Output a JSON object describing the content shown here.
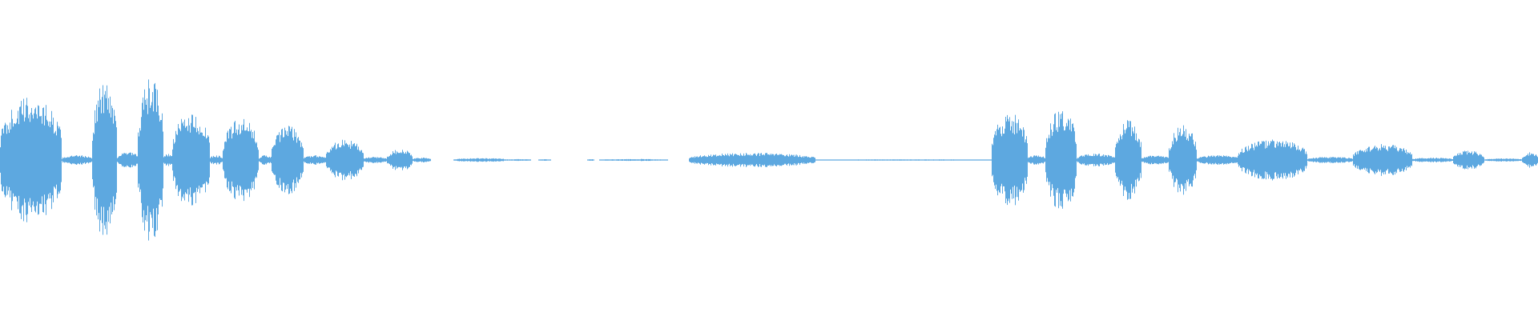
{
  "waveform": {
    "color": "#5DA8E0",
    "background": "#FFFFFF",
    "segments": [
      {
        "start": 0.0,
        "end": 0.04,
        "amp": 0.4
      },
      {
        "start": 0.04,
        "end": 0.06,
        "amp": 0.03
      },
      {
        "start": 0.06,
        "end": 0.076,
        "amp": 0.5
      },
      {
        "start": 0.076,
        "end": 0.09,
        "amp": 0.05
      },
      {
        "start": 0.09,
        "end": 0.106,
        "amp": 0.52
      },
      {
        "start": 0.106,
        "end": 0.112,
        "amp": 0.04
      },
      {
        "start": 0.112,
        "end": 0.136,
        "amp": 0.3
      },
      {
        "start": 0.136,
        "end": 0.145,
        "amp": 0.03
      },
      {
        "start": 0.145,
        "end": 0.168,
        "amp": 0.26
      },
      {
        "start": 0.168,
        "end": 0.177,
        "amp": 0.03
      },
      {
        "start": 0.177,
        "end": 0.197,
        "amp": 0.22
      },
      {
        "start": 0.197,
        "end": 0.212,
        "amp": 0.03
      },
      {
        "start": 0.212,
        "end": 0.236,
        "amp": 0.13
      },
      {
        "start": 0.236,
        "end": 0.252,
        "amp": 0.02
      },
      {
        "start": 0.252,
        "end": 0.268,
        "amp": 0.07
      },
      {
        "start": 0.268,
        "end": 0.28,
        "amp": 0.015
      },
      {
        "start": 0.295,
        "end": 0.33,
        "amp": 0.012
      },
      {
        "start": 0.33,
        "end": 0.345,
        "amp": 0.006
      },
      {
        "start": 0.35,
        "end": 0.358,
        "amp": 0.005
      },
      {
        "start": 0.382,
        "end": 0.386,
        "amp": 0.006
      },
      {
        "start": 0.39,
        "end": 0.434,
        "amp": 0.006
      },
      {
        "start": 0.448,
        "end": 0.53,
        "amp": 0.045
      },
      {
        "start": 0.53,
        "end": 0.645,
        "amp": 0.004
      },
      {
        "start": 0.645,
        "end": 0.668,
        "amp": 0.3
      },
      {
        "start": 0.668,
        "end": 0.68,
        "amp": 0.03
      },
      {
        "start": 0.68,
        "end": 0.7,
        "amp": 0.32
      },
      {
        "start": 0.7,
        "end": 0.725,
        "amp": 0.04
      },
      {
        "start": 0.725,
        "end": 0.742,
        "amp": 0.25
      },
      {
        "start": 0.742,
        "end": 0.76,
        "amp": 0.03
      },
      {
        "start": 0.76,
        "end": 0.778,
        "amp": 0.22
      },
      {
        "start": 0.778,
        "end": 0.805,
        "amp": 0.03
      },
      {
        "start": 0.805,
        "end": 0.85,
        "amp": 0.13
      },
      {
        "start": 0.85,
        "end": 0.88,
        "amp": 0.02
      },
      {
        "start": 0.88,
        "end": 0.918,
        "amp": 0.1
      },
      {
        "start": 0.918,
        "end": 0.945,
        "amp": 0.015
      },
      {
        "start": 0.945,
        "end": 0.965,
        "amp": 0.06
      },
      {
        "start": 0.965,
        "end": 0.99,
        "amp": 0.01
      },
      {
        "start": 0.99,
        "end": 1.0,
        "amp": 0.05
      }
    ]
  }
}
